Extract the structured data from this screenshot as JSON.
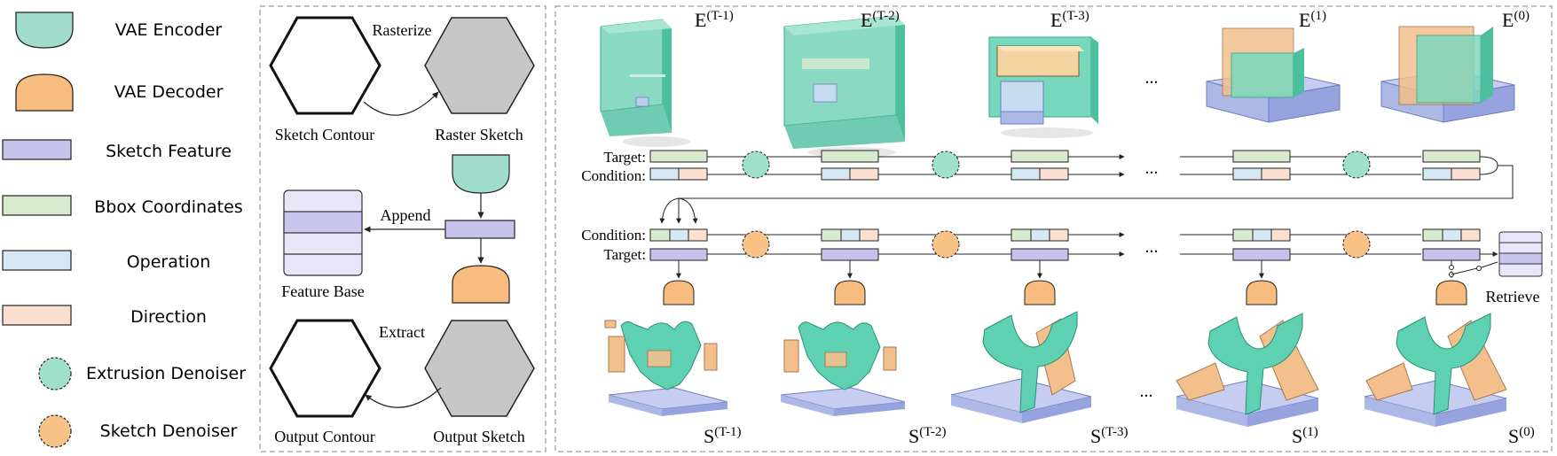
{
  "legend": {
    "items": [
      {
        "label": "VAE Encoder",
        "shape": "encoder"
      },
      {
        "label": "VAE Decoder",
        "shape": "decoder"
      },
      {
        "label": "Sketch Feature",
        "shape": "rect"
      },
      {
        "label": "Bbox Coordinates",
        "shape": "rect"
      },
      {
        "label": "Operation",
        "shape": "rect"
      },
      {
        "label": "Direction",
        "shape": "rect"
      },
      {
        "label": "Extrusion Denoiser",
        "shape": "circle"
      },
      {
        "label": "Sketch Denoiser",
        "shape": "circle"
      }
    ]
  },
  "middle": {
    "rasterize": "Rasterize",
    "sketch_contour": "Sketch Contour",
    "raster_sketch": "Raster Sketch",
    "append": "Append",
    "feature_base": "Feature Base",
    "extract": "Extract",
    "output_contour": "Output Contour",
    "output_sketch": "Output Sketch"
  },
  "right": {
    "target_label": "Target:",
    "condition_label": "Condition:",
    "ellipsis": "...",
    "retrieve": "Retrieve",
    "e_labels": [
      {
        "base": "E",
        "sup": "(T-1)"
      },
      {
        "base": "E",
        "sup": "(T-2)"
      },
      {
        "base": "E",
        "sup": "(T-3)"
      },
      {
        "base": "E",
        "sup": "(1)"
      },
      {
        "base": "E",
        "sup": "(0)"
      }
    ],
    "s_labels": [
      {
        "base": "S",
        "sup": "(T-1)"
      },
      {
        "base": "S",
        "sup": "(T-2)"
      },
      {
        "base": "S",
        "sup": "(T-3)"
      },
      {
        "base": "S",
        "sup": "(1)"
      },
      {
        "base": "S",
        "sup": "(0)"
      }
    ]
  },
  "colors": {
    "encoder": "#9fdccb",
    "decoder": "#f8bd7e",
    "sketch_feature": "#c5c2ec",
    "bbox": "#d8ebcf",
    "operation": "#d4e7f3",
    "direction": "#fbe0d2",
    "extrusion_circle": "#9fe0cb",
    "sketch_circle": "#f9c287",
    "teal": "#5fd1b3",
    "orange": "#f3c08d",
    "blue_base": "#aeb8e6"
  }
}
